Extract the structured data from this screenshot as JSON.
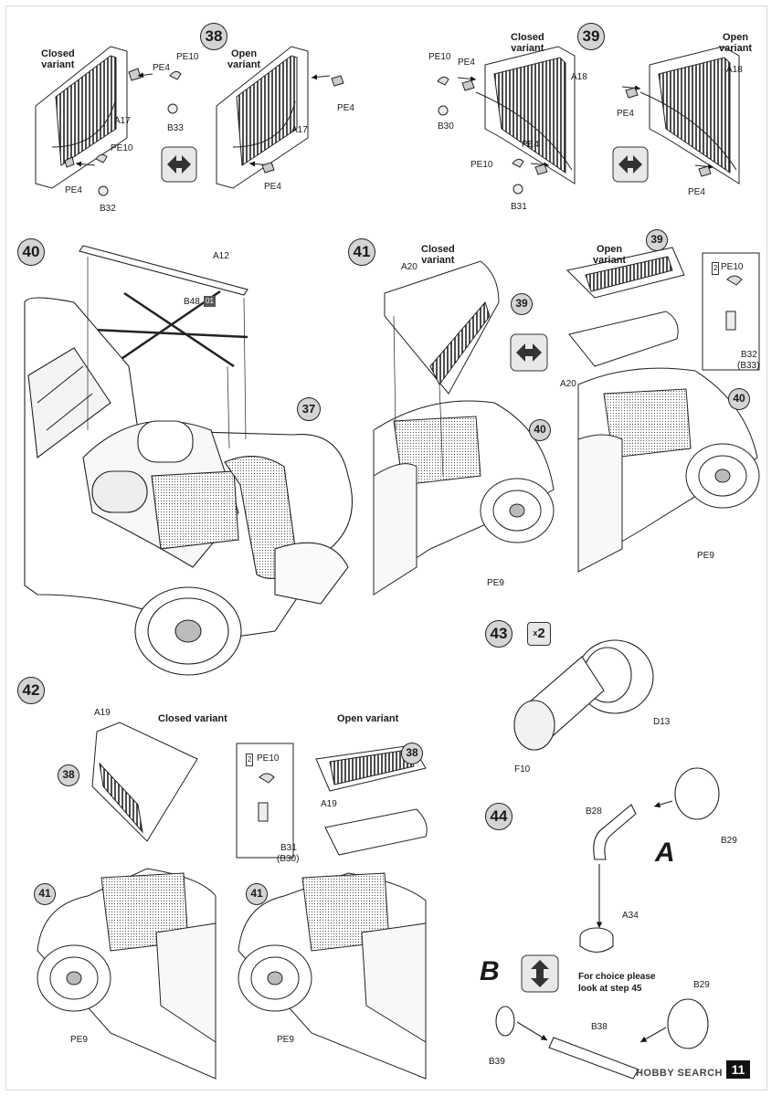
{
  "page": {
    "number": "11",
    "watermark": "HOBBY SEARCH"
  },
  "variants": {
    "closed": "Closed variant",
    "open": "Open variant"
  },
  "steps": {
    "s38": {
      "number": "38",
      "closed_title": "Closed\nvariant",
      "open_title": "Open\nvariant",
      "parts": {
        "pe10_a": "PE10",
        "pe4_a": "PE4",
        "a17_a": "A17",
        "b33": "B33",
        "pe10_b": "PE10",
        "pe4_b": "PE4",
        "b32": "B32",
        "a17_b": "A17",
        "pe4_c": "PE4",
        "pe4_d": "PE4"
      }
    },
    "s39": {
      "number": "39",
      "closed_title": "Closed\nvariant",
      "open_title": "Open\nvariant",
      "parts": {
        "pe10_a": "PE10",
        "pe4_a": "PE4",
        "a18_a": "A18",
        "b30": "B30",
        "pe4_b": "PE4",
        "pe10_b": "PE10",
        "b31": "B31",
        "a18_b": "A18",
        "pe4_c": "PE4",
        "pe4_d": "PE4"
      }
    },
    "s40": {
      "number": "40",
      "parts": {
        "a12": "A12",
        "b48": "B48",
        "b48_tag": "01",
        "ref37": "37"
      }
    },
    "s41": {
      "number": "41",
      "closed_title": "Closed\nvariant",
      "open_title": "Open\nvariant",
      "parts": {
        "a20_a": "A20",
        "ref39_a": "39",
        "ref40_a": "40",
        "pe9_a": "PE9",
        "ref39_b": "39",
        "pe10": "PE10",
        "x2": "2",
        "b32": "B32",
        "b33": "(B33)",
        "a20_b": "A20",
        "ref40_b": "40",
        "pe9_b": "PE9"
      }
    },
    "s42": {
      "number": "42",
      "closed_title": "Closed variant",
      "open_title": "Open variant",
      "parts": {
        "a19_a": "A19",
        "ref38_a": "38",
        "ref41_a": "41",
        "pe9_a": "PE9",
        "pe10": "PE10",
        "x2": "2",
        "b31": "B31",
        "b30": "(B30)",
        "ref38_b": "38",
        "a19_b": "A19",
        "ref41_b": "41",
        "pe9_b": "PE9"
      }
    },
    "s43": {
      "number": "43",
      "multiplier": "x",
      "multiplier_count": "2",
      "parts": {
        "d13": "D13",
        "f10": "F10"
      }
    },
    "s44": {
      "number": "44",
      "option_a": "A",
      "option_b": "B",
      "choice_note": "For choice please\nlook at step 45",
      "parts": {
        "b28": "B28",
        "b29_a": "B29",
        "a34": "A34",
        "b29_b": "B29",
        "b38": "B38",
        "b39": "B39"
      }
    }
  }
}
